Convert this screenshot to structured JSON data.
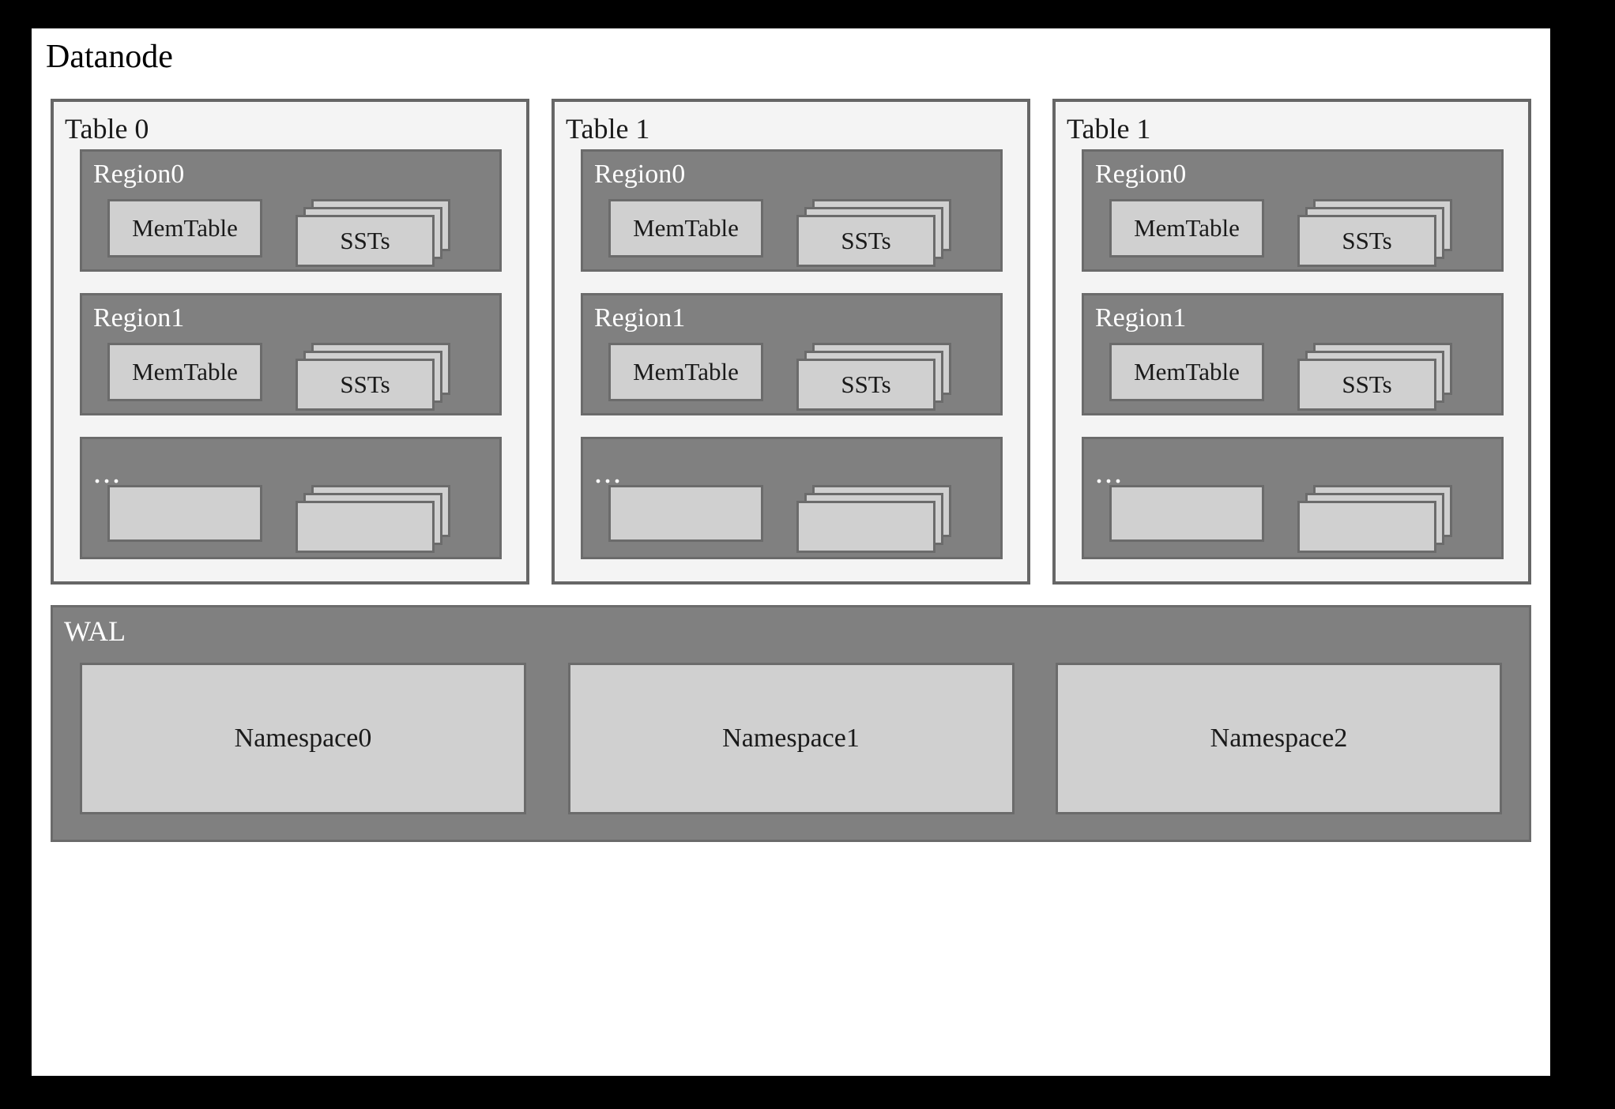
{
  "diagram": {
    "title": "Datanode",
    "colors": {
      "frame": "#000000",
      "canvas": "#ffffff",
      "table_panel_bg": "#f4f4f4",
      "region_bg": "#808080",
      "box_bg": "#d0d0d0",
      "border": "#666666",
      "label_dark": "#1a1a1a",
      "label_light": "#ffffff"
    },
    "tables": [
      {
        "label": "Table 0",
        "regions": [
          {
            "label": "Region0",
            "is_ellipsis": false,
            "memtable_label": "MemTable",
            "sst_label": "SSTs",
            "sst_layers": 3
          },
          {
            "label": "Region1",
            "is_ellipsis": false,
            "memtable_label": "MemTable",
            "sst_label": "SSTs",
            "sst_layers": 3
          },
          {
            "label": "...",
            "is_ellipsis": true,
            "memtable_label": "",
            "sst_label": "",
            "sst_layers": 3
          }
        ]
      },
      {
        "label": "Table 1",
        "regions": [
          {
            "label": "Region0",
            "is_ellipsis": false,
            "memtable_label": "MemTable",
            "sst_label": "SSTs",
            "sst_layers": 3
          },
          {
            "label": "Region1",
            "is_ellipsis": false,
            "memtable_label": "MemTable",
            "sst_label": "SSTs",
            "sst_layers": 3
          },
          {
            "label": "...",
            "is_ellipsis": true,
            "memtable_label": "",
            "sst_label": "",
            "sst_layers": 3
          }
        ]
      },
      {
        "label": "Table 1",
        "regions": [
          {
            "label": "Region0",
            "is_ellipsis": false,
            "memtable_label": "MemTable",
            "sst_label": "SSTs",
            "sst_layers": 3
          },
          {
            "label": "Region1",
            "is_ellipsis": false,
            "memtable_label": "MemTable",
            "sst_label": "SSTs",
            "sst_layers": 3
          },
          {
            "label": "...",
            "is_ellipsis": true,
            "memtable_label": "",
            "sst_label": "",
            "sst_layers": 3
          }
        ]
      }
    ],
    "wal": {
      "label": "WAL",
      "namespaces": [
        {
          "label": "Namespace0"
        },
        {
          "label": "Namespace1"
        },
        {
          "label": "Namespace2"
        }
      ]
    }
  }
}
